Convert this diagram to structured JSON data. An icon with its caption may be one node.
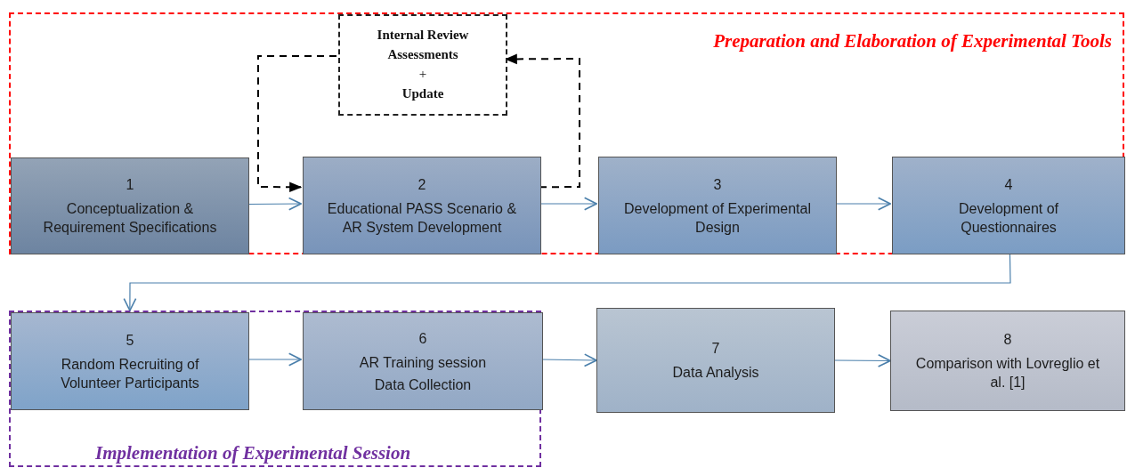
{
  "diagram": {
    "nodes": [
      {
        "text": [
          "Preparation and Elaboration of Experimental Tools"
        ]
      },
      {
        "text": [
          "Internal Review Assessments",
          "+",
          "Update"
        ],
        "in": 0
      },
      {
        "text": [
          "1",
          "Conceptualization  & Requirement Specifications"
        ],
        "in": 0
      },
      {
        "text": [
          "2",
          "Educational  PASS Scenario & AR System Development"
        ],
        "in": 0
      },
      {
        "text": [
          "3",
          "Development of Experimental Design"
        ],
        "in": 0
      },
      {
        "text": [
          "4",
          "Development of Questionnaires"
        ],
        "in": 0
      },
      {
        "text": [
          "Implementation of Experimental Session"
        ]
      },
      {
        "text": [
          "5",
          "Random Recruiting of Volunteer Participants"
        ],
        "in": 6
      },
      {
        "text": [
          "6",
          "AR Training session",
          "Data Collection"
        ],
        "in": 6
      },
      {
        "text": [
          "7",
          "Data Analysis"
        ]
      },
      {
        "text": [
          "8",
          "Comparison with Lovreglio et al. [1]"
        ]
      }
    ],
    "edges": [
      {
        "from": 2,
        "to": 3,
        "arrow": "to"
      },
      {
        "from": 3,
        "to": 4,
        "arrow": "to"
      },
      {
        "from": 4,
        "to": 5,
        "arrow": "to"
      },
      {
        "from": 5,
        "to": 7,
        "arrow": "to"
      },
      {
        "from": 7,
        "to": 8,
        "arrow": "to"
      },
      {
        "from": 8,
        "to": 9,
        "arrow": "to"
      },
      {
        "from": 9,
        "to": 10,
        "arrow": "to"
      },
      {
        "from": 1,
        "to": 3,
        "arrow": "to",
        "style": "dashed",
        "color": "#000000"
      },
      {
        "from": 3,
        "to": 1,
        "arrow": "to",
        "style": "dashed",
        "color": "#000000"
      }
    ]
  }
}
